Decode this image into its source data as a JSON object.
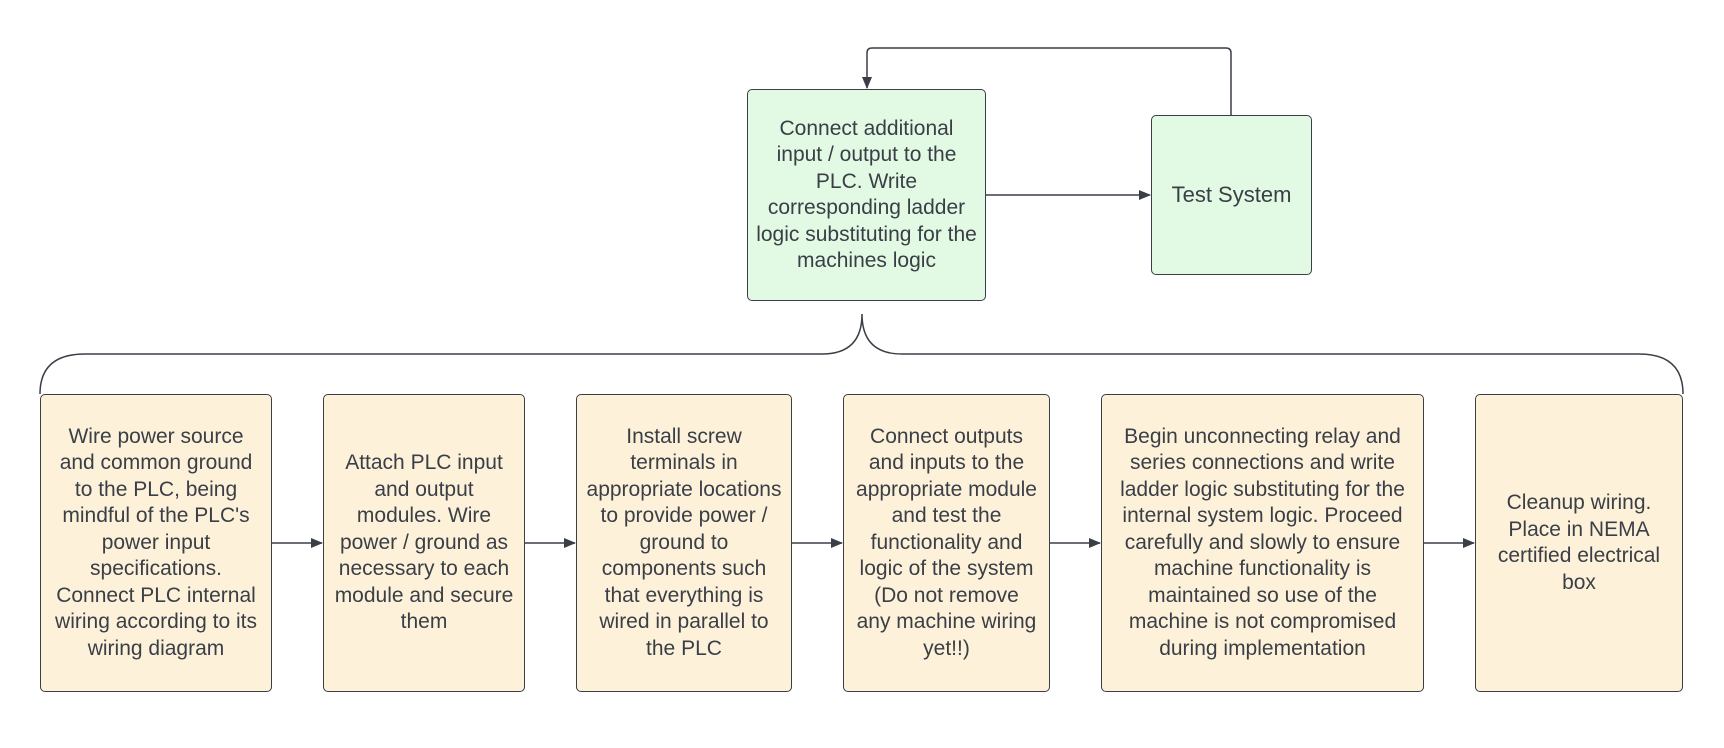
{
  "top": {
    "connect_io": "Connect additional input / output to the PLC. Write corresponding ladder logic substituting for the machines logic",
    "test_system": "Test System"
  },
  "steps": [
    "Wire power source and common ground to the PLC, being mindful of the PLC's power input specifications. Connect PLC internal wiring according to its wiring diagram",
    "Attach PLC input and output modules. Wire power / ground as necessary to each module and secure them",
    "Install screw terminals in appropriate locations to provide power / ground to components such that everything is wired in parallel to the PLC",
    "Connect outputs and inputs to the appropriate module and test the functionality and logic of the system (Do not remove any machine wiring yet!!)",
    "Begin unconnecting relay and series connections and write ladder logic substituting for the internal system logic. Proceed carefully and slowly to ensure machine functionality is maintained so use of the machine is not compromised during implementation",
    "Cleanup wiring. Place in NEMA certified electrical box"
  ],
  "colors": {
    "stroke": "#3a3f47",
    "green_fill": "#e2f9e3",
    "tan_fill": "#fdf1d9"
  }
}
